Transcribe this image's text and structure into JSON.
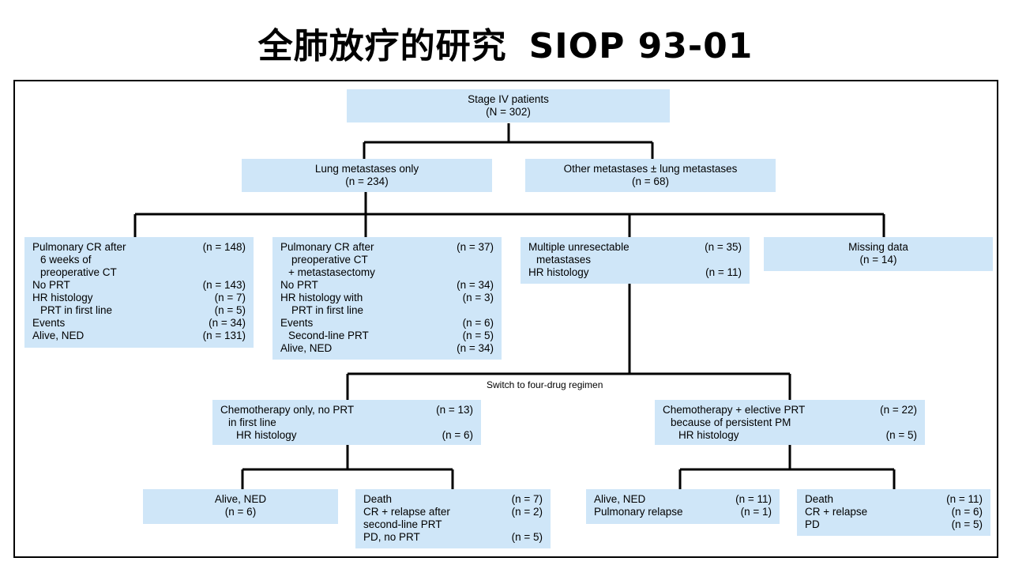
{
  "slide": {
    "title_cn": "全肺放疗的研究",
    "title_en": "SIOP 93-01"
  },
  "diagram": {
    "root": {
      "line1": "Stage IV patients",
      "line2": "(N = 302)"
    },
    "lung_only": {
      "line1": "Lung metastases only",
      "line2": "(n = 234)"
    },
    "other_mets": {
      "line1": "Other metastases ± lung metastases",
      "line2": "(n = 68)"
    },
    "box_cr6w": {
      "rows": [
        {
          "label": "Pulmonary CR after",
          "value": "(n = 148)"
        },
        {
          "label": "6 weeks of",
          "value": ""
        },
        {
          "label": "preoperative CT",
          "value": ""
        },
        {
          "label": "No PRT",
          "value": "(n = 143)"
        },
        {
          "label": "HR histology",
          "value": "(n = 7)"
        },
        {
          "label": "PRT in first line",
          "value": "(n = 5)"
        },
        {
          "label": "Events",
          "value": "(n = 34)"
        },
        {
          "label": "Alive, NED",
          "value": "(n = 131)"
        }
      ]
    },
    "box_cr_meta": {
      "rows": [
        {
          "label": "Pulmonary CR after",
          "value": "(n = 37)"
        },
        {
          "label": "preoperative CT",
          "value": ""
        },
        {
          "label": "+ metastasectomy",
          "value": ""
        },
        {
          "label": "No PRT",
          "value": "(n = 34)"
        },
        {
          "label": "HR histology with",
          "value": "(n = 3)"
        },
        {
          "label": "PRT in first line",
          "value": ""
        },
        {
          "label": "Events",
          "value": "(n = 6)"
        },
        {
          "label": "Second-line PRT",
          "value": "(n = 5)"
        },
        {
          "label": "Alive, NED",
          "value": "(n = 34)"
        }
      ]
    },
    "box_unresect": {
      "rows": [
        {
          "label": "Multiple unresectable",
          "value": "(n = 35)"
        },
        {
          "label": "metastases",
          "value": ""
        },
        {
          "label": "HR histology",
          "value": "(n = 11)"
        }
      ]
    },
    "missing": {
      "line1": "Missing data",
      "line2": "(n = 14)"
    },
    "switch_label": "Switch to four-drug regimen",
    "box_chemo_only": {
      "rows": [
        {
          "label": "Chemotherapy only, no PRT",
          "value": "(n = 13)"
        },
        {
          "label": "in first line",
          "value": ""
        },
        {
          "label": "HR histology",
          "value": "(n = 6)"
        }
      ]
    },
    "box_chemo_prt": {
      "rows": [
        {
          "label": "Chemotherapy + elective PRT",
          "value": "(n = 22)"
        },
        {
          "label": "because of persistent PM",
          "value": ""
        },
        {
          "label": "HR histology",
          "value": "(n = 5)"
        }
      ]
    },
    "leaf_alive_a": {
      "line1": "Alive, NED",
      "line2": "(n = 6)"
    },
    "leaf_death_a": {
      "rows": [
        {
          "label": "Death",
          "value": "(n = 7)"
        },
        {
          "label": "CR + relapse after",
          "value": "(n = 2)"
        },
        {
          "label": "second-line PRT",
          "value": ""
        },
        {
          "label": "PD, no PRT",
          "value": "(n = 5)"
        }
      ]
    },
    "leaf_alive_b": {
      "rows": [
        {
          "label": "Alive, NED",
          "value": "(n = 11)"
        },
        {
          "label": "Pulmonary relapse",
          "value": "(n = 1)"
        }
      ]
    },
    "leaf_death_b": {
      "rows": [
        {
          "label": "Death",
          "value": "(n = 11)"
        },
        {
          "label": "CR + relapse",
          "value": "(n = 6)"
        },
        {
          "label": "PD",
          "value": "(n = 5)"
        }
      ]
    }
  }
}
